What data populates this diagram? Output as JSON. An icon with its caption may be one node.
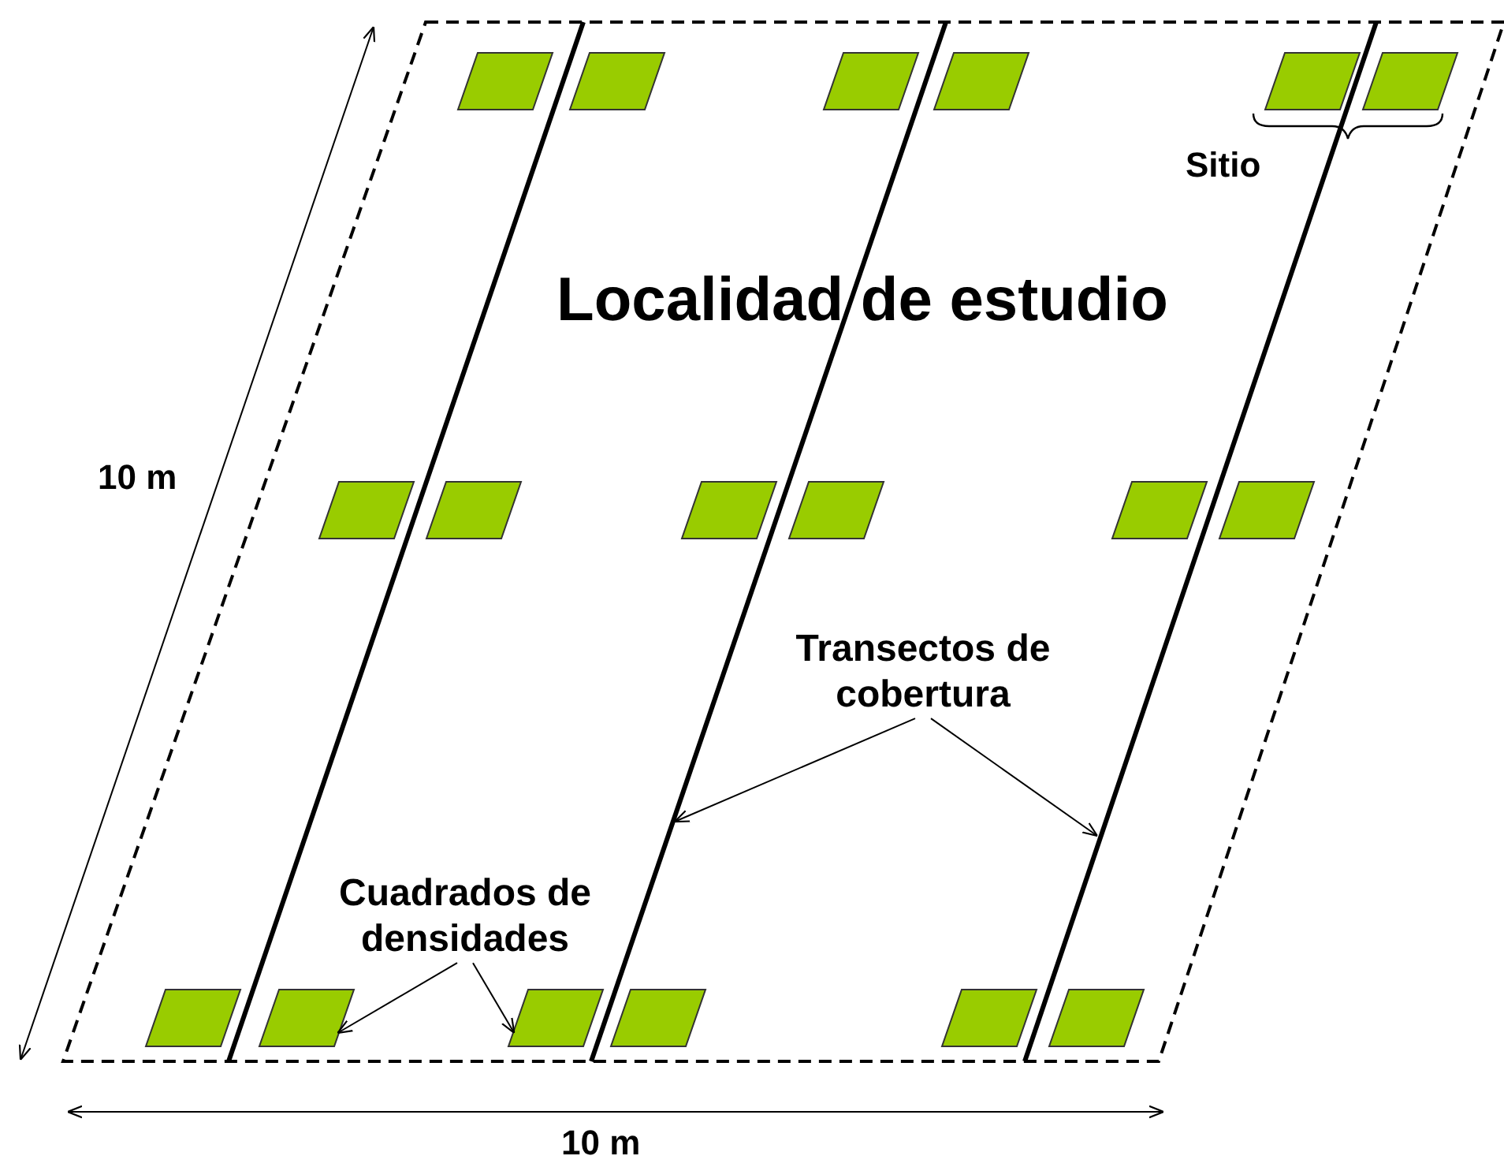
{
  "diagram": {
    "nodes": [
      {
        "text": [
          "Localidad de estudio"
        ]
      },
      {
        "text": [],
        "shape": "box",
        "in": 0
      },
      {
        "text": [],
        "shape": "box",
        "in": 0
      },
      {
        "text": [],
        "shape": "box",
        "in": 0
      },
      {
        "text": [],
        "shape": "box",
        "in": 0
      },
      {
        "text": [],
        "shape": "box",
        "in": 0
      },
      {
        "text": [],
        "shape": "box",
        "in": 0
      },
      {
        "text": [],
        "shape": "box",
        "in": 0
      },
      {
        "text": [],
        "shape": "box",
        "in": 0
      },
      {
        "text": [],
        "shape": "box",
        "in": 0
      },
      {
        "text": [],
        "shape": "box",
        "in": 0
      },
      {
        "text": [],
        "shape": "box",
        "in": 0
      },
      {
        "text": [],
        "shape": "box",
        "in": 0
      },
      {
        "text": [],
        "shape": "box",
        "in": 0
      },
      {
        "text": [],
        "shape": "box",
        "in": 0
      },
      {
        "text": [],
        "shape": "box",
        "in": 0
      },
      {
        "text": [],
        "shape": "box",
        "in": 0
      },
      {
        "text": [],
        "shape": "box",
        "in": 0
      },
      {
        "text": [],
        "shape": "box",
        "in": 0
      },
      {
        "text": [
          "Transectos de cobertura"
        ],
        "in": 0
      },
      {
        "text": [
          "Cuadrados de densidades"
        ],
        "in": 0
      }
    ],
    "edges": [
      {
        "from": 19,
        "to": null,
        "arrow": "to"
      },
      {
        "from": 19,
        "to": null,
        "arrow": "to"
      },
      {
        "from": 20,
        "to": 14,
        "arrow": "to"
      },
      {
        "from": 20,
        "to": 15,
        "arrow": "to"
      }
    ],
    "labels": [
      "Sitio",
      "10 m",
      "10 m"
    ]
  }
}
